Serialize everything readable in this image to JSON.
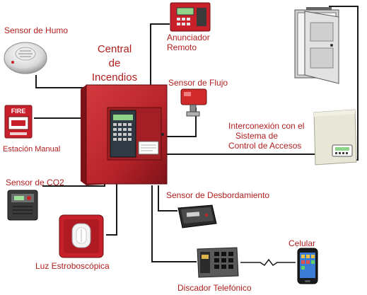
{
  "labels": {
    "smoke_sensor": "Sensor de Humo",
    "central_line1": "Central",
    "central_line2": "de",
    "central_line3": "Incendios",
    "remote_annunciator_line1": "Anunciador",
    "remote_annunciator_line2": "Remoto",
    "flow_sensor": "Sensor de Flujo",
    "manual_station": "Estación Manual",
    "access_line1": "Interconexión con el",
    "access_line2": "Sistema de",
    "access_line3": "Control de Accesos",
    "co2_sensor": "Sensor de CO2",
    "overflow_sensor": "Sensor de Desbordamiento",
    "cellphone": "Celular",
    "strobe_light": "Luz Estroboscópica",
    "phone_dialer": "Discador Telefónico"
  },
  "device_text": {
    "fire_sign": "FIRE"
  },
  "colors": {
    "label_red": "#b01e1e",
    "panel_red": "#b8232a",
    "wire": "#1a1a1a"
  }
}
